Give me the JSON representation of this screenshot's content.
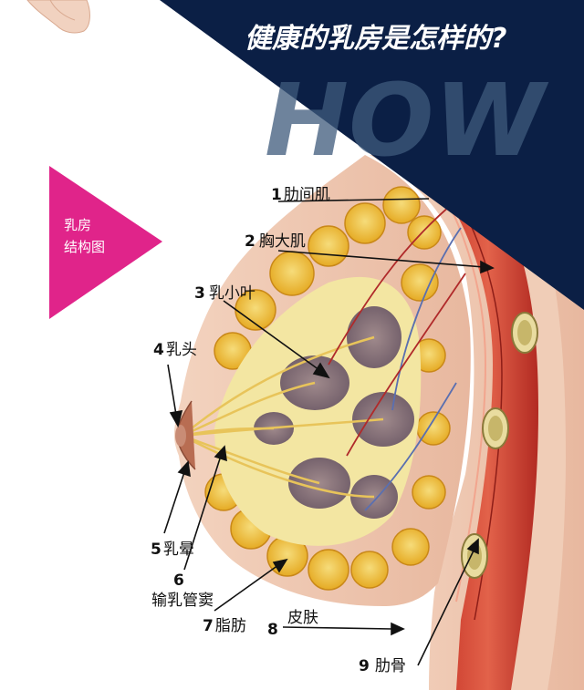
{
  "header": {
    "title": "健康的乳房是怎样的?",
    "watermark": "HOW",
    "navy_color": "#0b1f45"
  },
  "badge": {
    "line1": "乳房",
    "line2": "结构图",
    "color": "#e0248a"
  },
  "labels": [
    {
      "num": "1",
      "text": "肋间肌"
    },
    {
      "num": "2",
      "text": "胸大肌"
    },
    {
      "num": "3",
      "text": "乳小叶"
    },
    {
      "num": "4",
      "text": "乳头"
    },
    {
      "num": "5",
      "text": "乳晕"
    },
    {
      "num": "6",
      "text": "输乳管窦"
    },
    {
      "num": "7",
      "text": "脂肪"
    },
    {
      "num": "8",
      "text": "皮肤"
    },
    {
      "num": "9",
      "text": "肋骨"
    }
  ]
}
